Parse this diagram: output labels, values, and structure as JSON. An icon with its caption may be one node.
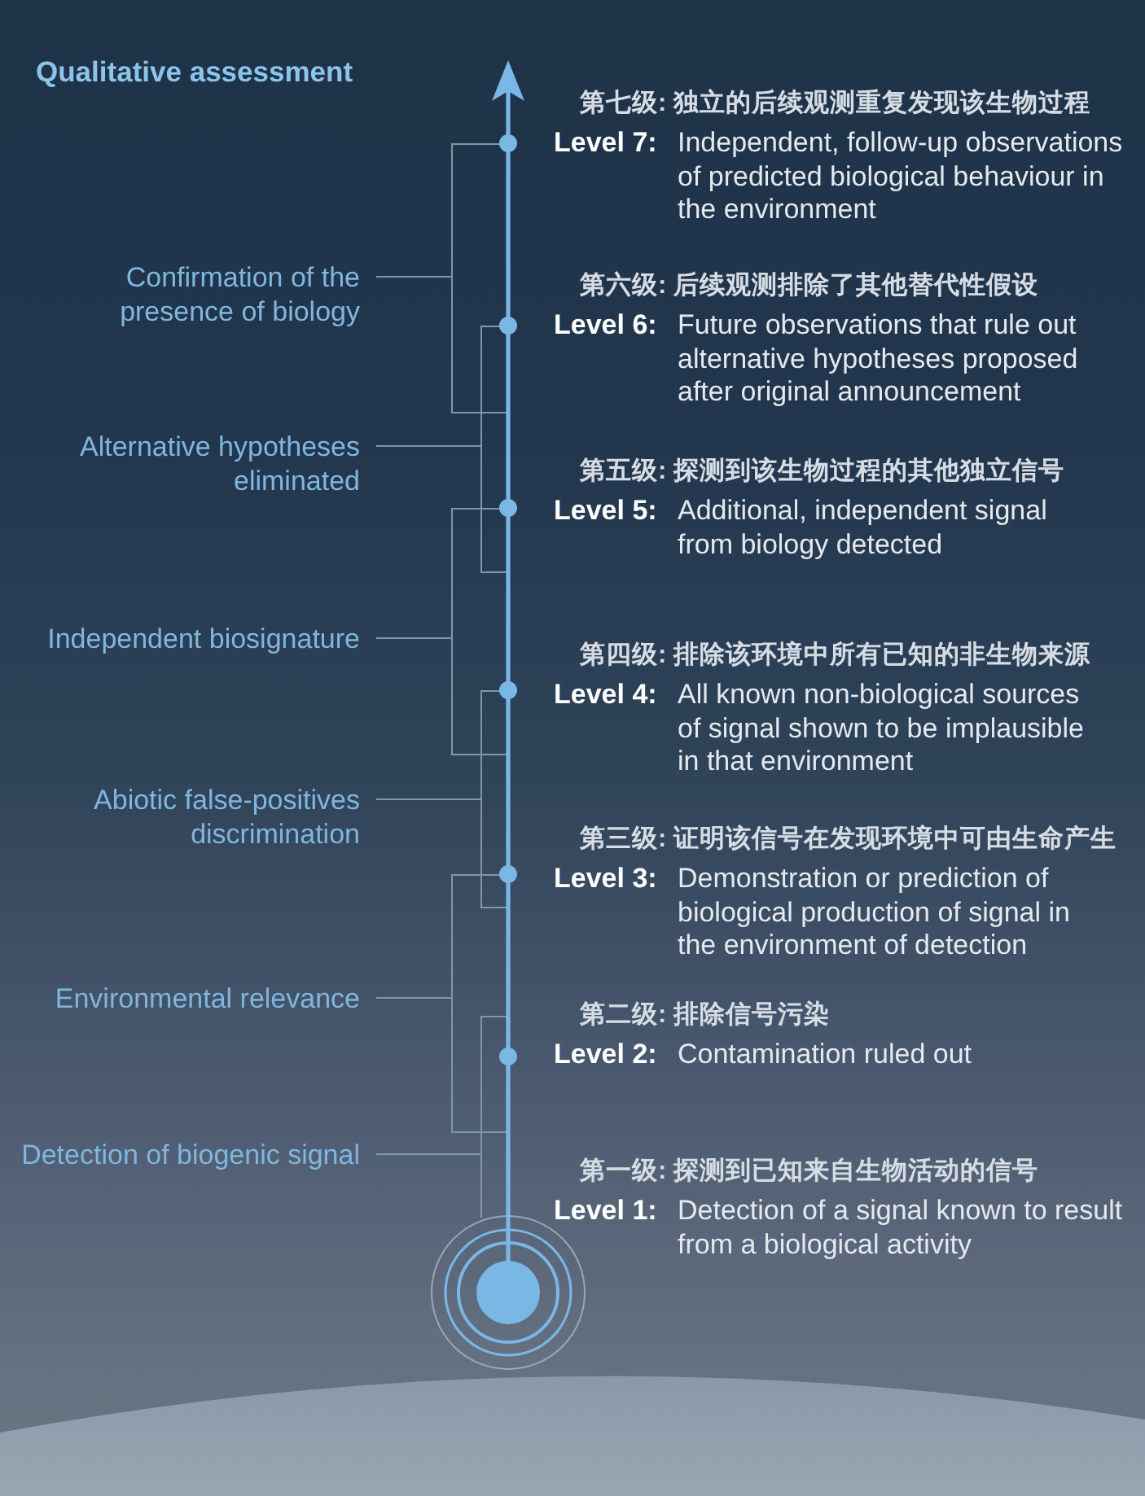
{
  "diagram": {
    "title": "Qualitative assessment",
    "nodes": [
      {
        "text": [
          "Confirmation of the presence of biology"
        ]
      },
      {
        "text": [],
        "shape": "bracket"
      },
      {
        "text": [
          "Alternative hypotheses eliminated"
        ]
      },
      {
        "text": [],
        "shape": "bracket"
      },
      {
        "text": [
          "Independent biosignature"
        ]
      },
      {
        "text": [],
        "shape": "bracket"
      },
      {
        "text": [
          "Abiotic false-positives discrimination"
        ]
      },
      {
        "text": [],
        "shape": "bracket"
      },
      {
        "text": [
          "Environmental relevance"
        ]
      },
      {
        "text": [],
        "shape": "bracket"
      },
      {
        "text": [
          "Detection of biogenic signal"
        ]
      },
      {
        "text": [],
        "shape": "bracket"
      }
    ],
    "edges": [
      {
        "from": 0,
        "to": 1,
        "arrow": "none"
      },
      {
        "from": 2,
        "to": 3,
        "arrow": "none"
      },
      {
        "from": 4,
        "to": 5,
        "arrow": "none"
      },
      {
        "from": 6,
        "to": 7,
        "arrow": "none"
      },
      {
        "from": 8,
        "to": 9,
        "arrow": "none"
      },
      {
        "from": 10,
        "to": 11,
        "arrow": "none"
      }
    ],
    "labels": [
      "第七级: 独立的后续观测重复发现该生物过程",
      "Level 7:",
      "Independent, follow-up observations of predicted biological behaviour in the environment",
      "第六级: 后续观测排除了其他替代性假设",
      "Level 6:",
      "Future observations that rule out alternative hypotheses proposed after original announcement",
      "第五级: 探测到该生物过程的其他独立信号",
      "Level 5:",
      "Additional, independent signal from biology detected",
      "第四级: 排除该环境中所有已知的非生物来源",
      "Level 4:",
      "All known non-biological sources of signal shown to be implausible in that environment",
      "第三级: 证明该信号在发现环境中可由生命产生",
      "Level 3:",
      "Demonstration or prediction of biological production of signal in the environment of detection",
      "第二级: 排除信号污染",
      "Level 2:",
      "Contamination ruled out",
      "第一级: 探测到已知来自生物活动的信号",
      "Level 1:",
      "Detection of a signal known to result from a biological activity"
    ]
  }
}
